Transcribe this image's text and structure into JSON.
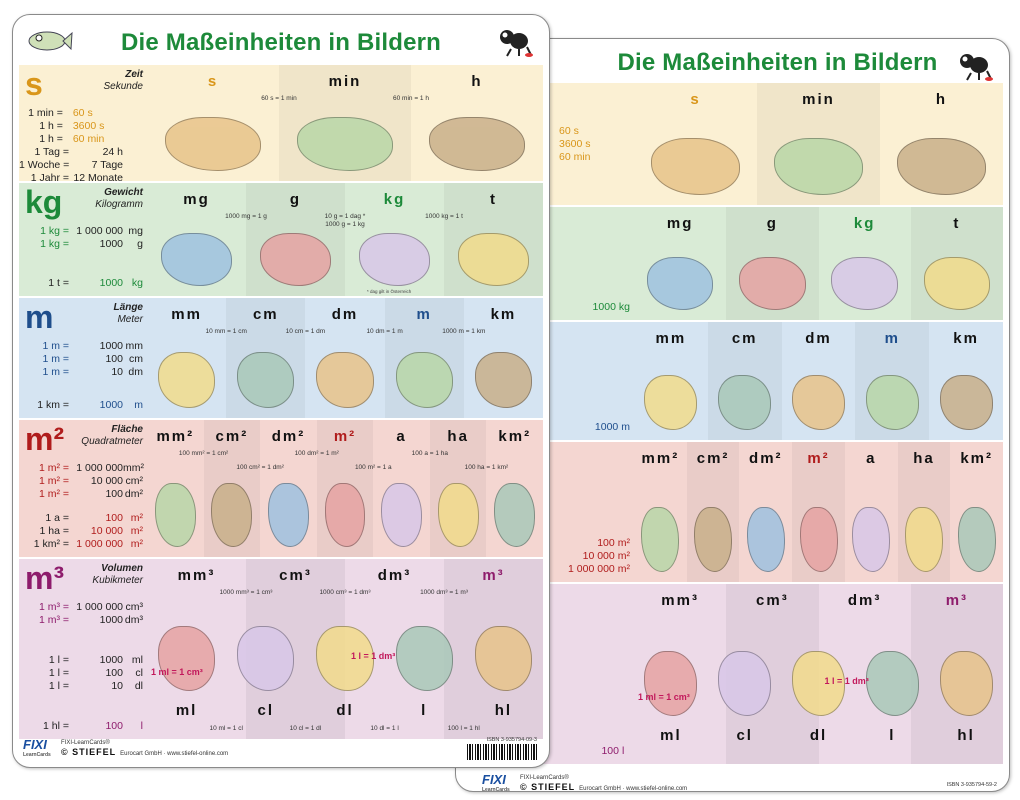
{
  "colors": {
    "title": "#1d8a3a",
    "time": "#d9961a",
    "weight": "#1d8a3a",
    "length": "#1f4e8c",
    "area": "#b01c1c",
    "volume": "#8e1c6c"
  },
  "cards": [
    {
      "title": "Die Maßeinheiten in Bildern",
      "mascots": [
        "fish-icon",
        "ant-icon"
      ],
      "sections": [
        {
          "key": "time",
          "symbol": "s",
          "label": "Zeit",
          "sublabel": "Sekunde",
          "bg": "#fbf0d3",
          "groups": [
            [
              {
                "lhs": "1 min =",
                "value": "60 s",
                "unit": "",
                "accent": "value"
              },
              {
                "lhs": "1 h =",
                "value": "3600 s",
                "unit": "",
                "accent": "value"
              },
              {
                "lhs": "1 h =",
                "value": "60 min",
                "unit": "",
                "accent": "value"
              }
            ],
            [
              {
                "lhs": "1 Tag =",
                "value": "24 h",
                "unit": ""
              },
              {
                "lhs": "1 Woche =",
                "value": "7 Tage",
                "unit": ""
              },
              {
                "lhs": "1 Jahr =",
                "value": "12 Monate",
                "unit": ""
              }
            ]
          ],
          "unit_rows": [
            {
              "units": [
                {
                  "label": "s",
                  "accent": true
                },
                {
                  "label": "min"
                },
                {
                  "label": "h"
                }
              ],
              "conversions": [
                "60 s = 1 min",
                "60 min = 1 h"
              ]
            }
          ],
          "notes": []
        },
        {
          "key": "weight",
          "symbol": "kg",
          "label": "Gewicht",
          "sublabel": "Kilogramm",
          "bg": "#d9ebd6",
          "groups": [
            [
              {
                "lhs": "1 kg =",
                "value": "1 000 000",
                "unit": "mg",
                "accent": "lhs"
              },
              {
                "lhs": "1 kg =",
                "value": "1000",
                "unit": "g",
                "accent": "lhs"
              }
            ],
            [
              {
                "lhs": "1 t =",
                "value": "1000",
                "unit": "kg",
                "accent": "value"
              }
            ]
          ],
          "unit_rows": [
            {
              "units": [
                {
                  "label": "mg"
                },
                {
                  "label": "g"
                },
                {
                  "label": "kg",
                  "accent": true
                },
                {
                  "label": "t"
                }
              ],
              "conversions": [
                "1000 mg = 1 g",
                "10 g = 1 dag *\n1000 g = 1 kg",
                "1000 kg = 1 t"
              ]
            }
          ],
          "notes": [
            "* dag gilt in Österreich"
          ]
        },
        {
          "key": "length",
          "symbol": "m",
          "label": "Länge",
          "sublabel": "Meter",
          "bg": "#d5e4f2",
          "groups": [
            [
              {
                "lhs": "1 m =",
                "value": "1000",
                "unit": "mm",
                "accent": "lhs"
              },
              {
                "lhs": "1 m =",
                "value": "100",
                "unit": "cm",
                "accent": "lhs"
              },
              {
                "lhs": "1 m =",
                "value": "10",
                "unit": "dm",
                "accent": "lhs"
              }
            ],
            [
              {
                "lhs": "1 km =",
                "value": "1000",
                "unit": "m",
                "accent": "value"
              }
            ]
          ],
          "unit_rows": [
            {
              "units": [
                {
                  "label": "mm"
                },
                {
                  "label": "cm"
                },
                {
                  "label": "dm"
                },
                {
                  "label": "m",
                  "accent": true
                },
                {
                  "label": "km"
                }
              ],
              "conversions": [
                "10 mm = 1 cm",
                "10 cm = 1 dm",
                "10 dm = 1 m",
                "1000 m = 1 km"
              ]
            }
          ],
          "notes": []
        },
        {
          "key": "area",
          "symbol": "m²",
          "label": "Fläche",
          "sublabel": "Quadratmeter",
          "bg": "#f4d6d1",
          "groups": [
            [
              {
                "lhs": "1 m² =",
                "value": "1 000 000",
                "unit": "mm²",
                "accent": "lhs"
              },
              {
                "lhs": "1 m² =",
                "value": "10 000",
                "unit": "cm²",
                "accent": "lhs"
              },
              {
                "lhs": "1 m² =",
                "value": "100",
                "unit": "dm²",
                "accent": "lhs"
              }
            ],
            [
              {
                "lhs": "1 a =",
                "value": "100",
                "unit": "m²",
                "accent": "value"
              },
              {
                "lhs": "1 ha =",
                "value": "10 000",
                "unit": "m²",
                "accent": "value"
              },
              {
                "lhs": "1 km² =",
                "value": "1 000 000",
                "unit": "m²",
                "accent": "value"
              }
            ]
          ],
          "unit_rows": [
            {
              "units": [
                {
                  "label": "mm²"
                },
                {
                  "label": "cm²"
                },
                {
                  "label": "dm²"
                },
                {
                  "label": "m²",
                  "accent": true
                },
                {
                  "label": "a"
                },
                {
                  "label": "ha"
                },
                {
                  "label": "km²"
                }
              ],
              "conversions": [
                "100 mm² = 1 cm²",
                "100 cm² = 1 dm²",
                "100 dm² = 1 m²",
                "100 m² = 1 a",
                "100 a = 1 ha",
                "100 ha = 1 km²"
              ]
            }
          ],
          "notes": []
        },
        {
          "key": "volume",
          "symbol": "m³",
          "label": "Volumen",
          "sublabel": "Kubikmeter",
          "bg": "#eddaE8",
          "groups": [
            [
              {
                "lhs": "1 m³ =",
                "value": "1 000 000",
                "unit": "cm³",
                "accent": "lhs"
              },
              {
                "lhs": "1 m³ =",
                "value": "1000",
                "unit": "dm³",
                "accent": "lhs"
              }
            ],
            [
              {
                "lhs": "1 l =",
                "value": "1000",
                "unit": "ml"
              },
              {
                "lhs": "1 l =",
                "value": "100",
                "unit": "cl"
              },
              {
                "lhs": "1 l =",
                "value": "10",
                "unit": "dl"
              }
            ],
            [
              {
                "lhs": "1 hl =",
                "value": "100",
                "unit": "l",
                "accent": "value"
              }
            ]
          ],
          "unit_rows": [
            {
              "units": [
                {
                  "label": "mm³"
                },
                {
                  "label": "cm³"
                },
                {
                  "label": "dm³"
                },
                {
                  "label": "m³",
                  "accent": true
                }
              ],
              "conversions": [
                "1000 mm³ = 1 cm³",
                "1000 cm³ = 1 dm³",
                "1000 dm³ = 1 m³"
              ]
            },
            {
              "units": [
                {
                  "label": "ml"
                },
                {
                  "label": "cl"
                },
                {
                  "label": "dl"
                },
                {
                  "label": "l"
                },
                {
                  "label": "hl"
                }
              ],
              "conversions": [
                "10 ml = 1 cl",
                "10 cl = 1 dl",
                "10 dl = 1 l",
                "100 l = 1 hl"
              ]
            }
          ],
          "notes": [
            "1 ml = 1 cm³",
            "1 l = 1 dm³"
          ]
        }
      ],
      "footer": {
        "brand": "FIXI",
        "brand_sub": "LearnCards",
        "line1": "FIXI-LearnCards®",
        "publisher": "© STIEFEL",
        "line2": "Eurocart GmbH · www.stiefel-online.com",
        "isbn": "ISBN 3-935794-09-3"
      }
    },
    {
      "title": "Die Maßeinheiten in Bildern",
      "mascots": [
        "fish-icon",
        "ant-icon"
      ],
      "sections": [
        {
          "key": "time",
          "symbol": "",
          "label": "",
          "sublabel": "",
          "bg": "#fbf0d3",
          "groups": [
            [
              {
                "value": "60 s",
                "unit": "",
                "accent": "value"
              },
              {
                "value": "3600 s",
                "unit": "",
                "accent": "value"
              },
              {
                "value": "60 min",
                "unit": "",
                "accent": "value"
              }
            ]
          ],
          "unit_rows": [
            {
              "units": [
                {
                  "label": "s",
                  "accent": true
                },
                {
                  "label": "min"
                },
                {
                  "label": "h"
                }
              ],
              "conversions": []
            }
          ],
          "notes": []
        },
        {
          "key": "weight",
          "symbol": "",
          "label": "",
          "sublabel": "",
          "bg": "#d9ebd6",
          "groups": [
            [
              {
                "value": "1000",
                "unit": "kg",
                "accent": "value"
              }
            ]
          ],
          "unit_rows": [
            {
              "units": [
                {
                  "label": "mg"
                },
                {
                  "label": "g"
                },
                {
                  "label": "kg",
                  "accent": true
                },
                {
                  "label": "t"
                }
              ],
              "conversions": []
            }
          ],
          "notes": []
        },
        {
          "key": "length",
          "symbol": "",
          "label": "",
          "sublabel": "",
          "bg": "#d5e4f2",
          "groups": [
            [
              {
                "value": "1000",
                "unit": "m",
                "accent": "value"
              }
            ]
          ],
          "unit_rows": [
            {
              "units": [
                {
                  "label": "mm"
                },
                {
                  "label": "cm"
                },
                {
                  "label": "dm"
                },
                {
                  "label": "m",
                  "accent": true
                },
                {
                  "label": "km"
                }
              ],
              "conversions": []
            }
          ],
          "notes": []
        },
        {
          "key": "area",
          "symbol": "",
          "label": "",
          "sublabel": "",
          "bg": "#f4d6d1",
          "groups": [
            [
              {
                "value": "100",
                "unit": "m²",
                "accent": "value"
              },
              {
                "value": "10 000",
                "unit": "m²",
                "accent": "value"
              },
              {
                "value": "1 000 000",
                "unit": "m²",
                "accent": "value"
              }
            ]
          ],
          "unit_rows": [
            {
              "units": [
                {
                  "label": "mm²"
                },
                {
                  "label": "cm²"
                },
                {
                  "label": "dm²"
                },
                {
                  "label": "m²",
                  "accent": true
                },
                {
                  "label": "a"
                },
                {
                  "label": "ha"
                },
                {
                  "label": "km²"
                }
              ],
              "conversions": []
            }
          ],
          "notes": []
        },
        {
          "key": "volume",
          "symbol": "",
          "label": "",
          "sublabel": "",
          "bg": "#eddae8",
          "groups": [
            [
              {
                "value": "100",
                "unit": "l",
                "accent": "value"
              }
            ]
          ],
          "unit_rows": [
            {
              "units": [
                {
                  "label": "mm³"
                },
                {
                  "label": "cm³"
                },
                {
                  "label": "dm³"
                },
                {
                  "label": "m³",
                  "accent": true
                }
              ],
              "conversions": []
            },
            {
              "units": [
                {
                  "label": "ml"
                },
                {
                  "label": "cl"
                },
                {
                  "label": "dl"
                },
                {
                  "label": "l"
                },
                {
                  "label": "hl"
                }
              ],
              "conversions": []
            }
          ],
          "notes": [
            "1 ml = 1 cm³",
            "1 l = 1 dm³"
          ]
        }
      ],
      "footer": {
        "brand": "FIXI",
        "brand_sub": "LearnCards",
        "line1": "FIXI-LearnCards®",
        "publisher": "© STIEFEL",
        "line2": "Eurocart GmbH · www.stiefel-online.com",
        "isbn": "ISBN 3-935794-59-2"
      }
    }
  ]
}
